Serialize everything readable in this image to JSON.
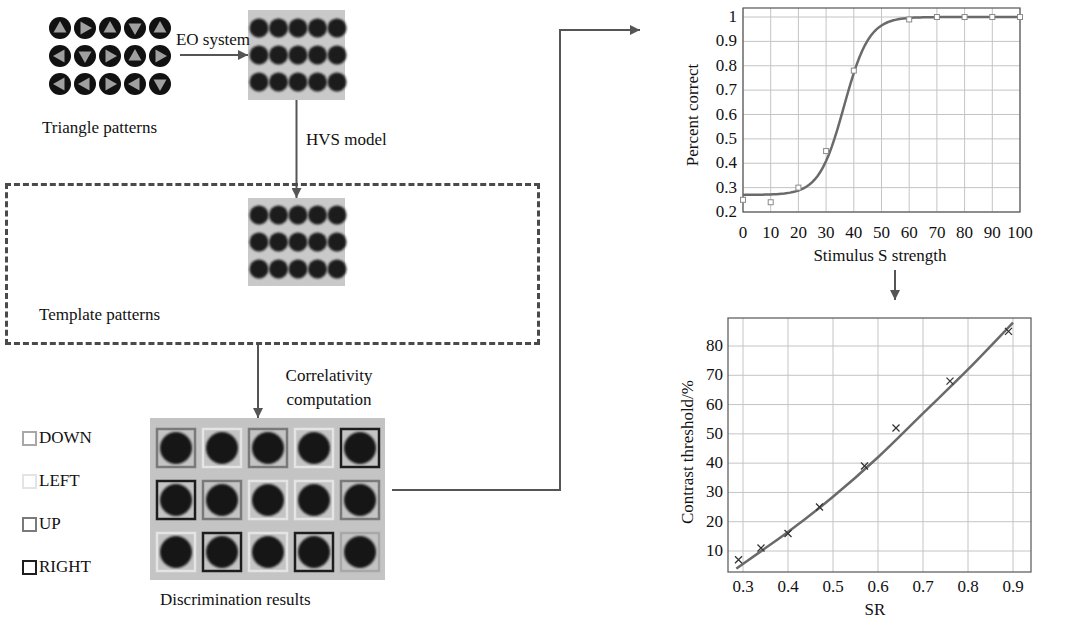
{
  "diagram": {
    "nodes": [
      {
        "text": [
          "Triangle patterns"
        ]
      },
      {
        "text": []
      },
      {
        "text": [
          "Template patterns"
        ]
      },
      {
        "text": [],
        "in": 2
      },
      {
        "text": [
          "Discrimination results"
        ]
      },
      {
        "text": [
          "Percent correct",
          "Stimulus S strength"
        ]
      },
      {
        "text": [
          "Contrast threshold/%",
          "SR"
        ]
      }
    ],
    "edges": [
      {
        "from": 0,
        "to": 1,
        "arrow": "to",
        "label": "EO system"
      },
      {
        "from": 1,
        "to": 3,
        "arrow": "to",
        "label": "HVS model"
      },
      {
        "from": 2,
        "to": 4,
        "arrow": "to",
        "label": "Correlativity computation"
      },
      {
        "from": 4,
        "to": 5,
        "arrow": "to"
      },
      {
        "from": 5,
        "to": 6,
        "arrow": "to"
      }
    ],
    "labels": [
      "1",
      "0.9",
      "0.8",
      "0.7",
      "0.6",
      "0.5",
      "0.4",
      "0.3",
      "0.2",
      "0",
      "10",
      "20",
      "30",
      "40",
      "50",
      "60",
      "70",
      "80",
      "90",
      "100",
      "80",
      "70",
      "60",
      "50",
      "40",
      "30",
      "20",
      "10",
      "0.3",
      "0.4",
      "0.5",
      "0.6",
      "0.7",
      "0.8",
      "0.9"
    ],
    "legend": [
      {
        "text": "DOWN",
        "color": "#a8a8a8"
      },
      {
        "text": "LEFT",
        "color": "#e4e4e4"
      },
      {
        "text": "UP",
        "color": "#7a7a7a"
      },
      {
        "text": "RIGHT",
        "color": "#1e1e1e"
      }
    ]
  }
}
